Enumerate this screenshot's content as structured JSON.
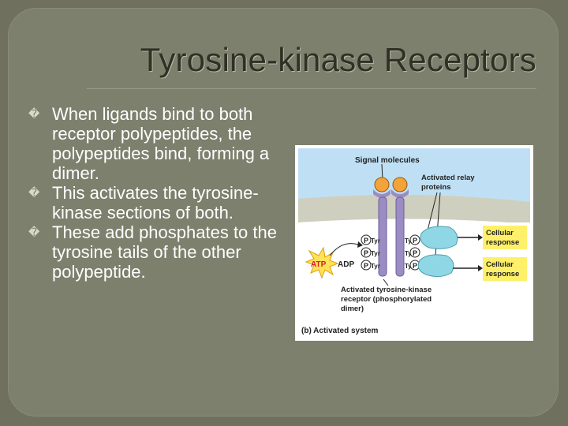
{
  "slide": {
    "title": "Tyrosine-kinase Receptors",
    "bullets": [
      "When ligands bind to both receptor polypeptides, the polypeptides bind, forming a dimer.",
      "This activates the tyrosine-kinase sections of both.",
      "These add phosphates to the tyrosine tails of the other polypeptide."
    ],
    "bullet_marker": "�"
  },
  "figure": {
    "signal_molecules": "Signal molecules",
    "activated_relay_line1": "Activated relay",
    "activated_relay_line2": "proteins",
    "cellular_response_1a": "Cellular",
    "cellular_response_1b": "response",
    "cellular_response_2a": "Cellular",
    "cellular_response_2b": "response",
    "atp": "ATP",
    "adp": "ADP",
    "receptor_line1": "Activated tyrosine-kinase",
    "receptor_line2": "receptor (phosphorylated",
    "receptor_line3": "dimer)",
    "panel_caption": "(b) Activated system",
    "phosphate": "P",
    "tyr": "Tyr",
    "colors": {
      "extracellular": "#bfe0f4",
      "membrane": "#cfcfbf",
      "cytoplasm": "#ffffff",
      "receptor": "#9b8cc4",
      "ligand": "#f2a33a",
      "relay_protein": "#8fd7e4",
      "response_box": "#fff06a",
      "atp_burst": "#ffe25a",
      "atp_text": "#d42020"
    }
  }
}
